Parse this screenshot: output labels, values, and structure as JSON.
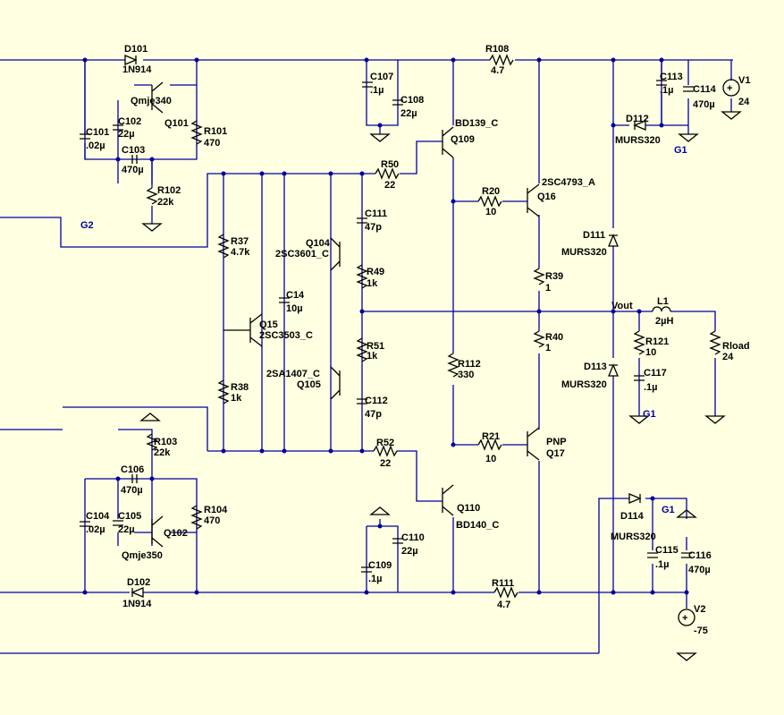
{
  "labels": {
    "D101": "D101",
    "1N914_top": "1N914",
    "R108": "R108",
    "R108_val": "4.7",
    "Qmje340": "Qmje340",
    "Q101": "Q101",
    "C102": "C102",
    "C102_val": "22µ",
    "C101": "C101",
    "C101_val": ".02µ",
    "C103": "C103",
    "C103_val": "470µ",
    "R101": "R101",
    "R101_val": "470",
    "R102": "R102",
    "R102_val": "22k",
    "G2": "G2",
    "C107": "C107",
    "C107_val": ".1µ",
    "C108": "C108",
    "C108_val": "22µ",
    "BD139_C": "BD139_C",
    "Q109": "Q109",
    "R50": "R50",
    "R50_val": "22",
    "C113": "C113",
    "C113_val": ".1µ",
    "C114": "C114",
    "C114_val": "470µ",
    "V1": "V1",
    "V1_val": "24",
    "D112": "D112",
    "MURS320_a": "MURS320",
    "G1_a": "G1",
    "2SC4793_A": "2SC4793_A",
    "Q16": "Q16",
    "R20": "R20",
    "R20_val": "10",
    "D111": "D111",
    "MURS320_b": "MURS320",
    "R37": "R37",
    "R37_val": "4.7k",
    "C111": "C111",
    "C111_val": "47p",
    "Q104": "Q104",
    "2SC3601_C": "2SC3601_C",
    "R49": "R49",
    "R49_val": "1k",
    "R39": "R39",
    "R39_val": "1",
    "C14": "C14",
    "C14_val": "10µ",
    "Vout": "Vout",
    "L1": "L1",
    "L1_val": "2µH",
    "Q15": "Q15",
    "2SC3503_C": "2SC3503_C",
    "R40": "R40",
    "R40_val": "1",
    "R121": "R121",
    "R121_val": "10",
    "Rload": "Rload",
    "Rload_val": "24",
    "R51": "R51",
    "R51_val": "1k",
    "2SA1407_C": "2SA1407_C",
    "Q105": "Q105",
    "R112": "R112",
    "R112_val": "330",
    "D113": "D113",
    "MURS320_c": "MURS320",
    "C117": "C117",
    "C117_val": ".1µ",
    "R38": "R38",
    "R38_val": "1k",
    "C112": "C112",
    "C112_val": "47p",
    "G1_b": "G1",
    "R103": "R103",
    "R103_val": "22k",
    "R52": "R52",
    "R52_val": "22",
    "R21": "R21",
    "R21_val": "10",
    "PNP": "PNP",
    "Q17": "Q17",
    "C106": "C106",
    "C106_val": "470µ",
    "Q110": "Q110",
    "BD140_C": "BD140_C",
    "C104": "C104",
    "C104_val": ".02µ",
    "C105": "C105",
    "C105_val": "22µ",
    "Q102": "Q102",
    "R104": "R104",
    "R104_val": "470",
    "C110": "C110",
    "C110_val": "22µ",
    "D114": "D114",
    "MURS320_d": "MURS320",
    "G1_c": "G1",
    "C116": "C116",
    "C116_val": "470µ",
    "C115": "C115",
    "C115_val": ".1µ",
    "Qmje350": "Qmje350",
    "C109": "C109",
    "C109_val": ".1µ",
    "D102": "D102",
    "1N914_bot": "1N914",
    "R111": "R111",
    "R111_val": "4.7",
    "V2": "V2",
    "V2_val": "-75"
  },
  "colors": {
    "background": "#FFFFE1",
    "wire": "#0000A0",
    "component": "#000000",
    "net_label": "#0000A0"
  }
}
